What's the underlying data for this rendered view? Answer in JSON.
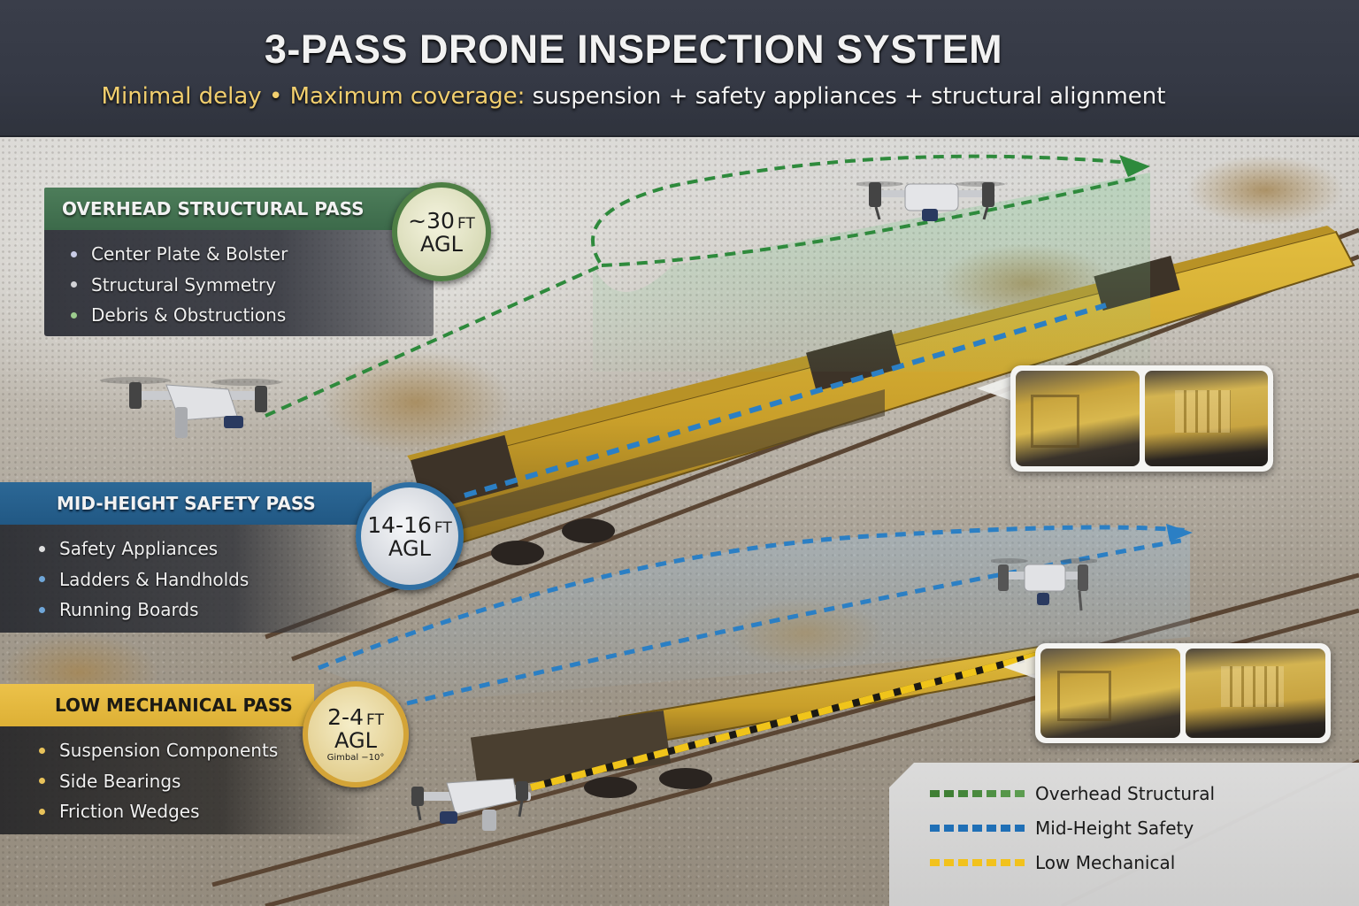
{
  "header": {
    "title": "3-PASS DRONE INSPECTION SYSTEM",
    "subtitle_highlight_1": "Minimal delay",
    "subtitle_separator": " • ",
    "subtitle_highlight_2": "Maximum coverage:",
    "subtitle_rest": " suspension + safety appliances + structural alignment"
  },
  "passes": [
    {
      "title": "OVERHEAD STRUCTURAL PASS",
      "altitude": "~30",
      "altitude_unit": "FT",
      "reference": "AGL",
      "color": "#4e7f44",
      "items": [
        "Center Plate & Bolster",
        "Structural Symmetry",
        "Debris & Obstructions"
      ],
      "bullet_colors": [
        "#c9cce6",
        "#d2d2d6",
        "#9ccc8e"
      ]
    },
    {
      "title": "MID-HEIGHT SAFETY PASS",
      "altitude": "14-16",
      "altitude_unit": "FT",
      "reference": "AGL",
      "color": "#2f6fa3",
      "items": [
        "Safety Appliances",
        "Ladders & Handholds",
        "Running Boards"
      ],
      "bullet_colors": [
        "#dedede",
        "#6fa6d8",
        "#6fa6d8"
      ]
    },
    {
      "title": "LOW MECHANICAL PASS",
      "altitude": "2-4",
      "altitude_unit": "FT",
      "reference": "AGL",
      "note": "Gimbal −10°",
      "color": "#e5b93c",
      "items": [
        "Suspension Components",
        "Side Bearings",
        "Friction Wedges"
      ],
      "bullet_colors": [
        "#e8c25a",
        "#e8c25a",
        "#e8c25a"
      ]
    }
  ],
  "legend": {
    "items": [
      {
        "label": "Overhead Structural",
        "color": "#4a8a3e"
      },
      {
        "label": "Mid-Height Safety",
        "color": "#1f6fb6"
      },
      {
        "label": "Low Mechanical",
        "color": "#f2c21c"
      }
    ]
  },
  "colors": {
    "overhead_path": "#2e8a3c",
    "mid_path": "#2b7fc4",
    "low_path": "#f0c41a",
    "railcar": "#d4ac2e"
  }
}
